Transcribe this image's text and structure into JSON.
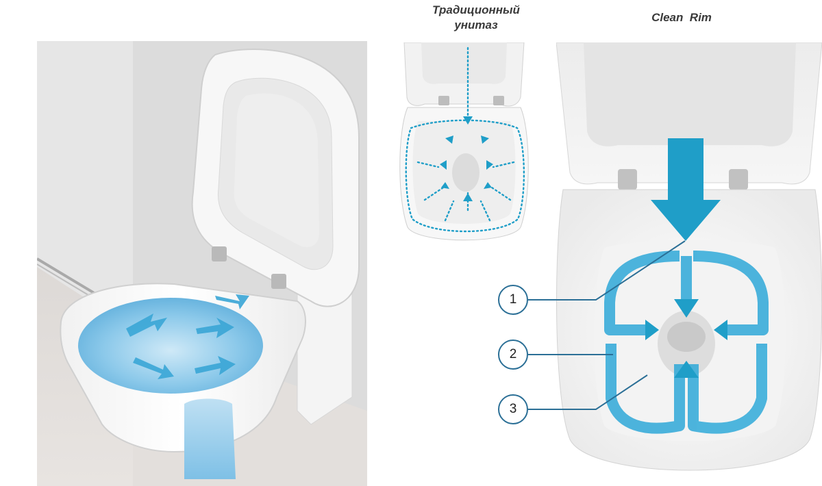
{
  "headings": {
    "traditional_line1": "Традиционный",
    "traditional_line2": "унитаз",
    "clean_rim": "Clean  Rim"
  },
  "callouts": [
    "1",
    "2",
    "3"
  ],
  "colors": {
    "flow_arrow": "#1f9ec8",
    "callout_border": "#2b6f96",
    "heading_text": "#3a3a3a"
  },
  "icons": {
    "flow": "arrow-icon"
  }
}
